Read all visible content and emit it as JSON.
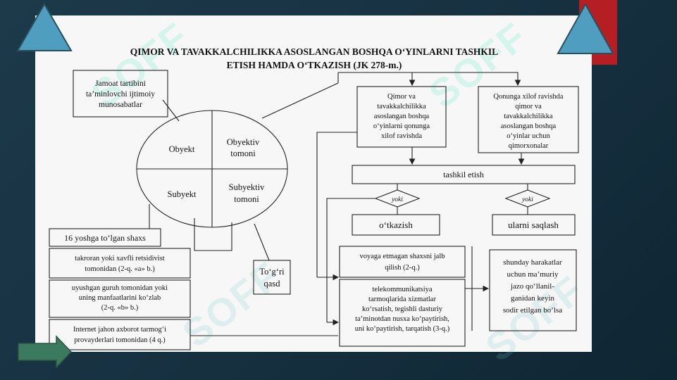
{
  "title": {
    "line1": "QIMOR VA TAVAKKALCHILIKKA ASOSLANGAN BOSHQA O‘YINLARNI TASHKIL",
    "line2": "ETISH HAMDA O‘TKAZISH  (JK 278-m.)"
  },
  "object_box": [
    "Jamoat tartibini",
    "ta’minlovchi ijtimoiy",
    "munosabatlar"
  ],
  "ellipse": {
    "obyekt": "Obyekt",
    "obyektiv": [
      "Obyektiv",
      "tomoni"
    ],
    "subyekt": "Subyekt",
    "subyektiv": [
      "Subyektiv",
      "tomoni"
    ]
  },
  "subject_boxes": {
    "age": "16 yoshga to‘lgan shaxs",
    "recidivist": [
      "takroran yoki xavfli retsidivist",
      "tomonidan (2-q. «a» b.)"
    ],
    "group": [
      "uyushgan guruh  tomonidan yoki",
      "uning manfaatlarini ko‘zlab",
      "(2-q. «b» b.)"
    ],
    "internet": [
      "Internet jahon axborot tarmog‘i",
      "provayderlari tomonidan (4 q.)"
    ]
  },
  "intent_box": [
    "To‘g‘ri",
    "qasd"
  ],
  "right_boxes": {
    "illegal_games": [
      "Qimor va",
      "tavakkalchilikka",
      "asoslangan boshqa",
      "o‘yinlarni qonunga",
      "xilof    ravishda"
    ],
    "illegal_halls": [
      "Qonunga xilof ravishda",
      "qimor va",
      "tavakkalchilikka",
      "asoslangan boshqa",
      "o‘yinlar uchun",
      "qimorxonalar"
    ],
    "organize": "tashkil etish",
    "yoki_left": "yoki",
    "yoki_right": "yoki",
    "conduct": "o‘tkazish",
    "keep": "ularni saqlash",
    "minor": [
      "voyaga etmagan shaxsni jalb",
      "qilish (2-q.)"
    ],
    "telecom": [
      "telekommunikatsiya",
      "tarmoqlarida xizmatlar",
      "ko‘rsatish, tegishli dasturiy",
      "ta’minotdan nusxa ko‘paytirish,",
      "uni ko‘paytirish, tarqatish (3-q.)"
    ],
    "admin": [
      "shunday harakatlar",
      "uchun ma’muriy",
      "jazo qo‘llanil-",
      "ganidan keyin",
      "sodir etilgan bo‘lsa"
    ]
  },
  "watermark": "SOFF",
  "colors": {
    "slide_bg": "#1b3645",
    "panel": "#f7f7f7",
    "triangle": "#4f9ec0",
    "accent_red": "#b51f24",
    "arrow_green": "#3c7a5e"
  }
}
